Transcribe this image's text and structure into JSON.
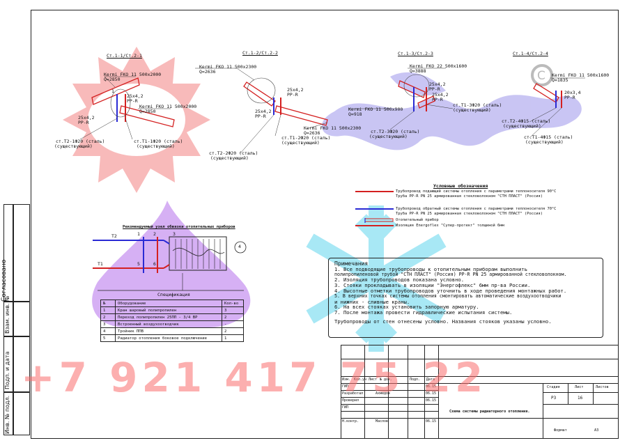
{
  "risers": [
    {
      "title": "Ст.1-1/Ст.2-1",
      "radiator1": "Kermi FKO 11 500х2000",
      "q1": "Q=2850",
      "pipe_a": "25х4,2",
      "pipe_a_mat": "PP-R",
      "radiator2": "Kermi FKO 11 500х2000",
      "q2": "Q=2850",
      "pipe_b": "25х4,2",
      "pipe_b_mat": "PP-R",
      "riser_a": "ст.Т2-1Ф20 (сталь)",
      "riser_a_note": "(существующий)",
      "riser_b": "ст.Т1-1Ф20 (сталь)",
      "riser_b_note": "(существующий)",
      "mark": "1"
    },
    {
      "title": "Ст.1-2/Ст.2-2",
      "radiator1": "Kermi FKO 11 500х2300",
      "q1": "Q=2636",
      "pipe_a": "25х4,2",
      "pipe_a_mat": "PP-R",
      "pipe_b": "25х4,2",
      "pipe_b_mat": "PP-R",
      "radiator2": "Kermi FKO 11 500х2300",
      "q2": "Q=2636",
      "riser_a": "ст.Т1-2Ф20 (сталь)",
      "riser_a_note": "(существующий)",
      "riser_b": "ст.Т2-2Ф20 (сталь)",
      "riser_b_note": "(существующий)"
    },
    {
      "title": "Ст.1-3/Ст.2-3",
      "radiator1": "Kermi FKO 22 500х1600",
      "q1": "Q=3888",
      "pipe_a": "25х4,2",
      "pipe_a_mat": "PP-R",
      "pipe_b": "25х4,2",
      "pipe_b_mat": "PP-R",
      "radiator2": "Kermi FKO 11 500х900",
      "q2": "Q=918",
      "riser_a": "ст.Т1-3Ф20 (сталь)",
      "riser_a_note": "(существующий)",
      "riser_b": "ст.Т2-3Ф20 (сталь)",
      "riser_b_note": "(существующий)"
    },
    {
      "title": "Ст.1-4/Ст.2-4",
      "radiator1": "Kermi FKO 11 500х1600",
      "q1": "Q=1835",
      "pipe_a": "20х3,4",
      "pipe_a_mat": "PP-R",
      "riser_a": "ст.Т2-4Ф15 (сталь)",
      "riser_a_note": "(существующий)",
      "riser_b": "ст.Т1-4Ф15 (сталь)",
      "riser_b_note": "(существующий)"
    }
  ],
  "legend": {
    "title": "Условные обозначения",
    "items": [
      {
        "line1": "Трубопровод подающий системы отопления с параметрами теплоносителя 90°С",
        "line2": "Труба PP-R PN 25 армированная стекловолокном \"СТН ПЛАСТ\" (Россия)",
        "color": "#d42020"
      },
      {
        "line1": "Трубопровод обратный системы отопления с параметрами теплоносителя 70°С",
        "line2": "Труба PP-R PN 25 армированная стекловолокном \"СТН ПЛАСТ\" (Россия)",
        "color": "#2a2ad4"
      },
      {
        "line1": "Отопительный прибор",
        "line2": "",
        "color": "#d42020"
      },
      {
        "line1": "Изоляция Energoflex \"Супер-протект\" толщиной 6мм",
        "line2": "",
        "color": "#d42020"
      }
    ]
  },
  "connection": {
    "title": "Рекомендуемый узел обвязки отопительных приборов",
    "t2": "Т2",
    "t1": "Т1",
    "mark_numbers": [
      "1",
      "2",
      "3",
      "4",
      "5",
      "6"
    ],
    "floor_label": "Спецификация"
  },
  "spec": {
    "headers": [
      "№",
      "Оборудование",
      "Кол-во"
    ],
    "rows": [
      [
        "1",
        "Кран шаровый полипропилен",
        "3"
      ],
      [
        "2",
        "Переход полипропилен 25ПП - 3/4 ВР",
        "2"
      ],
      [
        "3",
        "Встроенный воздухоотводчик",
        "-"
      ],
      [
        "4",
        "Тройник ППВ",
        "2"
      ],
      [
        "5",
        "Радиатор отопления боковое подключение",
        "1"
      ]
    ]
  },
  "notes": {
    "title": "Примечания",
    "lines": [
      "1. Все подводящие трубопроводы к отопительным приборам выполнить",
      "полипропиленовой трубой \"СТН ПЛАСТ\" (Россия) PP-R PN 25 армированной стекловолокном.",
      "2. Изоляция трубопроводов показана условно.",
      "3. Стояки прокладывать в изоляции \"Энергофлекс\" 6мм пр-ва России.",
      "4. Высотные отметки трубопроводов уточнить в ходе проведения монтажных работ.",
      "5. В верхних точках системы отопления смонтировать автоматические воздухоотводчики",
      "   и нижних - сливные краны.",
      "6. На всех стояках установить запорную арматуру.",
      "7. После монтажа провести гидравлические испытания системы."
    ],
    "footer": "Трубопроводы от стен отнесены условно. Названия стояков указаны условно."
  },
  "side_stamp": [
    "Согласовано",
    "Взам. инв. №",
    "Подп. и дата",
    "Инв. № подл."
  ],
  "title_block": {
    "headers": [
      "Изм.",
      "Кол.уч",
      "Лист",
      "№ док.",
      "Подп.",
      "Дата"
    ],
    "roles": [
      {
        "role": "ГИП",
        "name": "",
        "date": "06.15"
      },
      {
        "role": "Разработал",
        "name": "Ахмедов",
        "date": "06.15"
      },
      {
        "role": "Проверил",
        "name": "",
        "date": "06.15"
      },
      {
        "role": "ГИП",
        "name": "",
        "date": ""
      },
      {
        "role": "Н.контр.",
        "name": "Маслов",
        "date": "06.15"
      }
    ],
    "stage_h": "Стадия",
    "sheet_h": "Лист",
    "sheets_h": "Листов",
    "stage": "Р3",
    "sheet": "16",
    "sheets": "",
    "drawing_title": "Схема системы радиаторного отопления.",
    "format_label": "Формат",
    "format": "А3"
  },
  "watermark": "+7 921 417 75 22"
}
